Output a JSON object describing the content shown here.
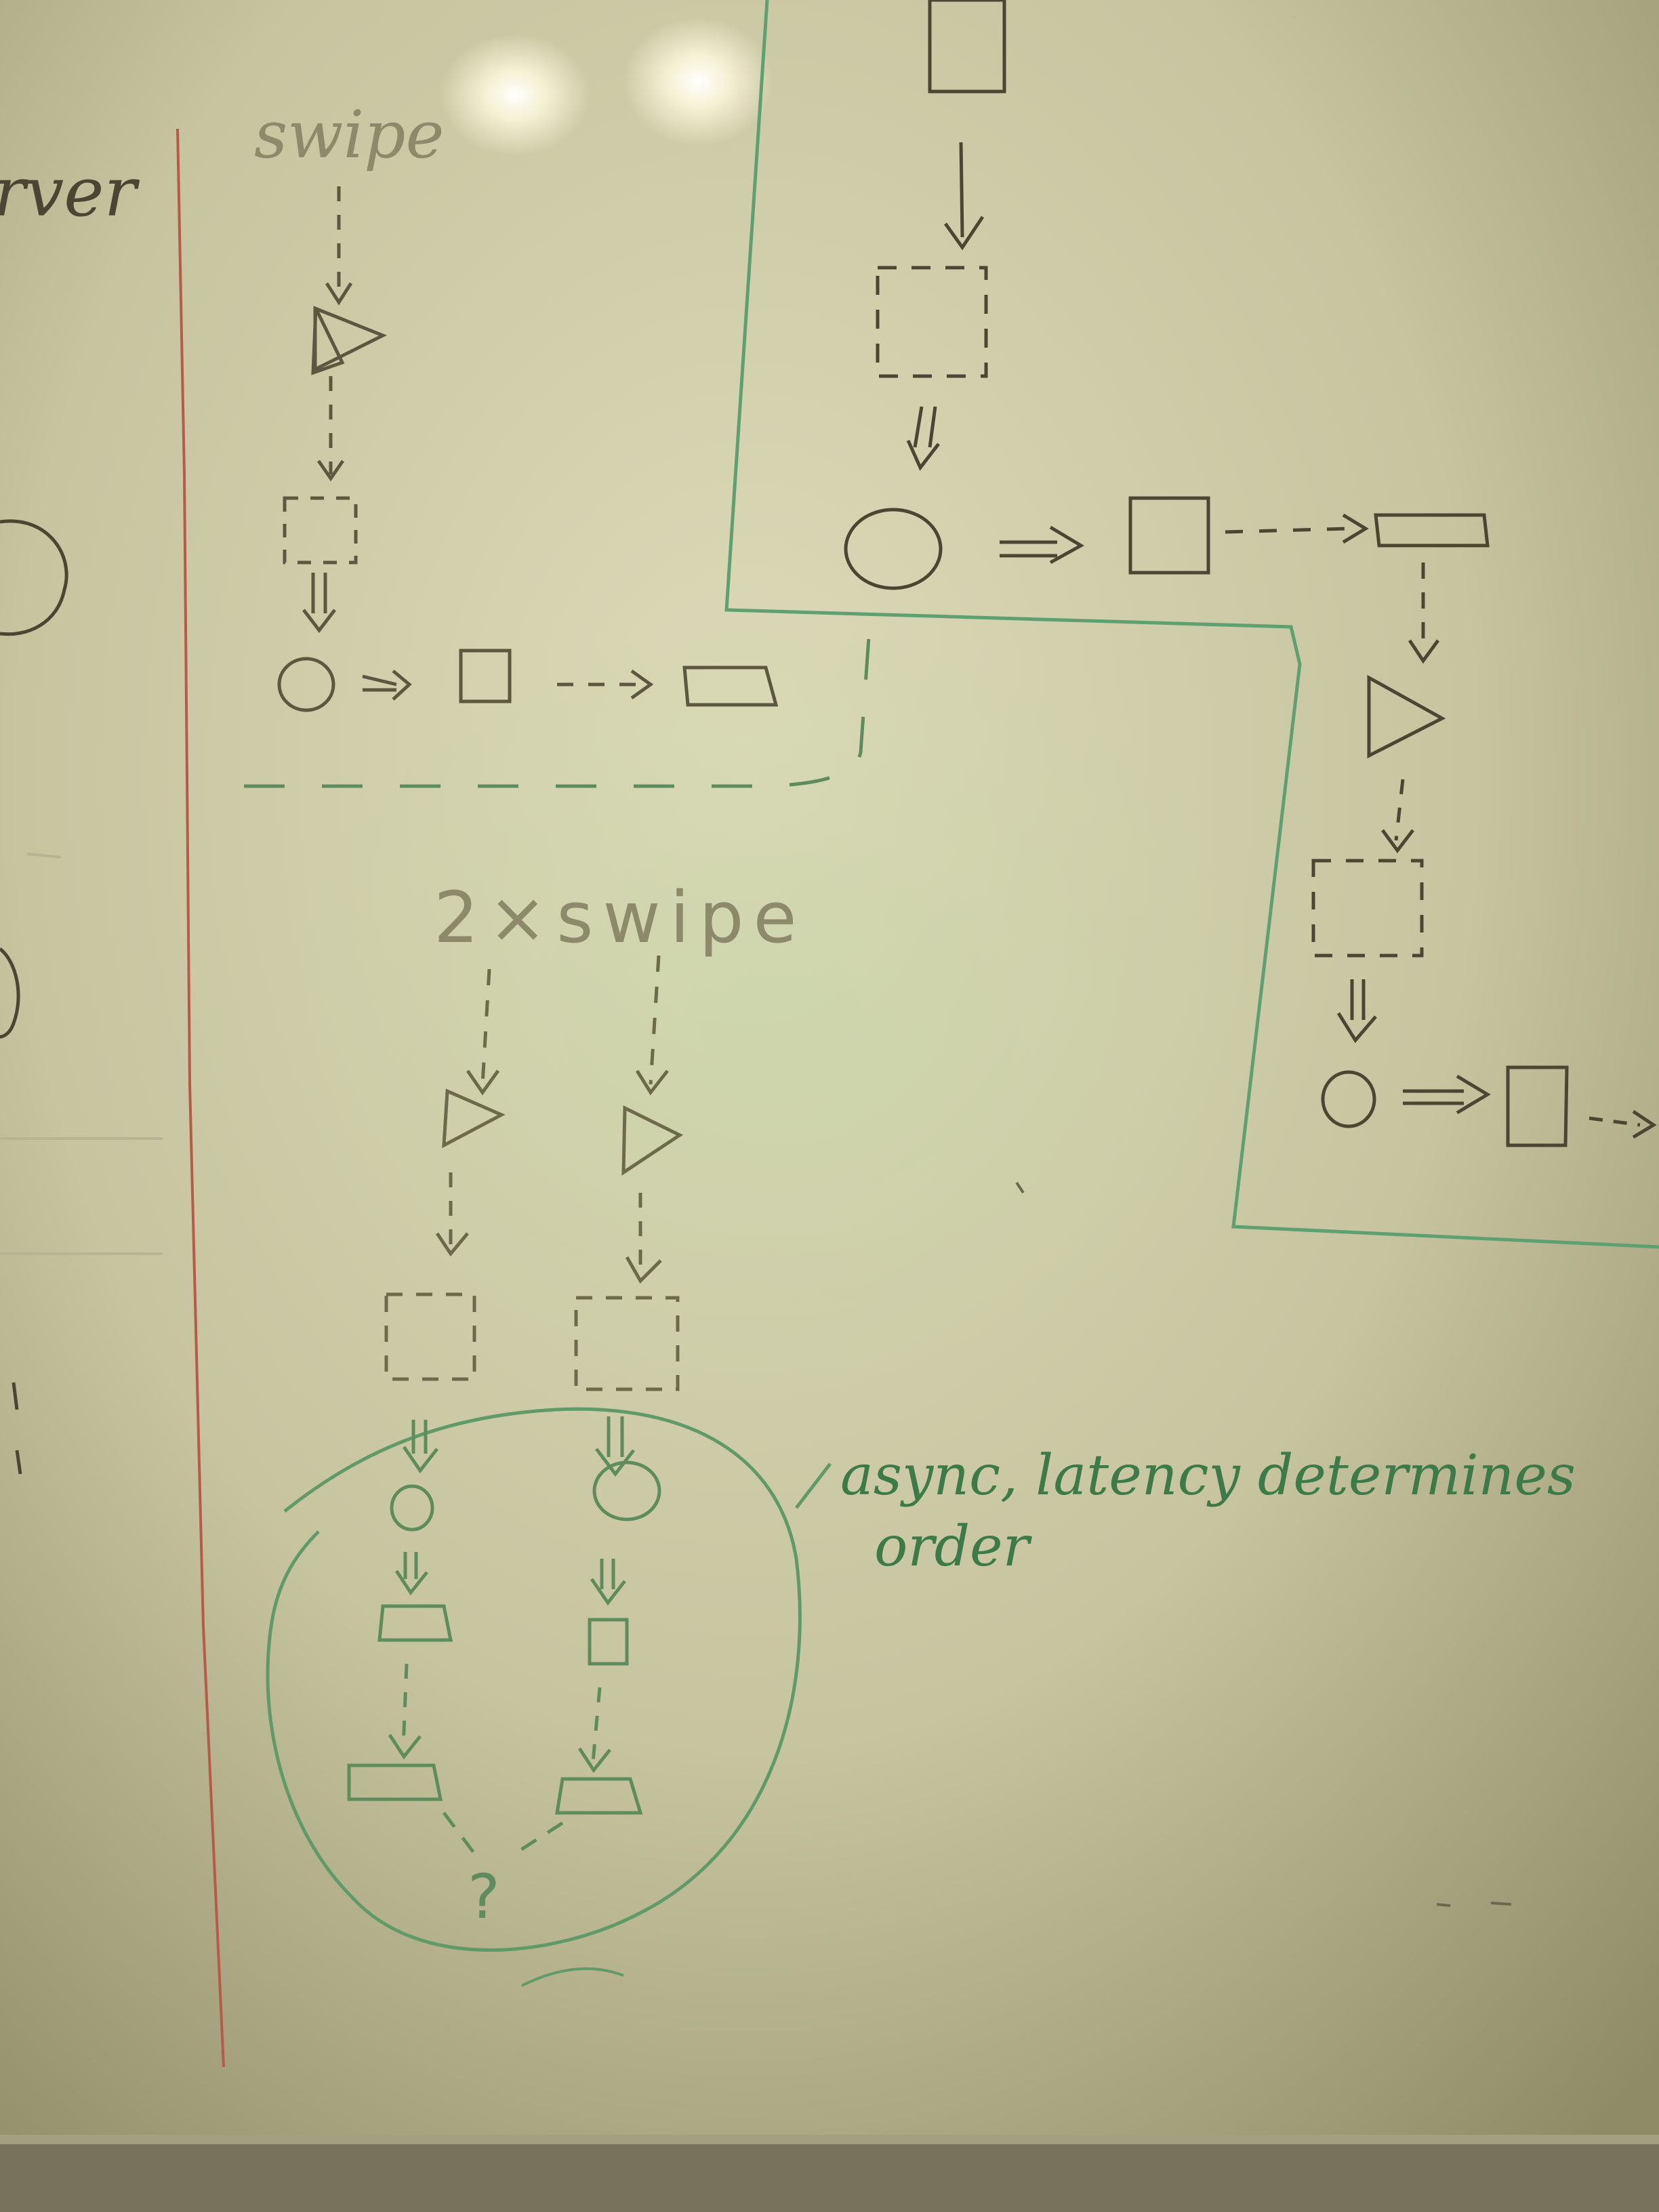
{
  "labels": {
    "server_fragment": "rver",
    "swipe": "swipe",
    "double_swipe": "2×swipe",
    "note_line1": "async, latency determines",
    "note_line2": "order",
    "question": "?"
  },
  "colors": {
    "board_light": "#c9c6a4",
    "board_dark": "#8e8c66",
    "ink_dark": "#4a4632",
    "ink_faint": "#8c8a6a",
    "ink_green": "#3c7a48",
    "red_line": "#b85a48",
    "tray": "#77725c"
  }
}
